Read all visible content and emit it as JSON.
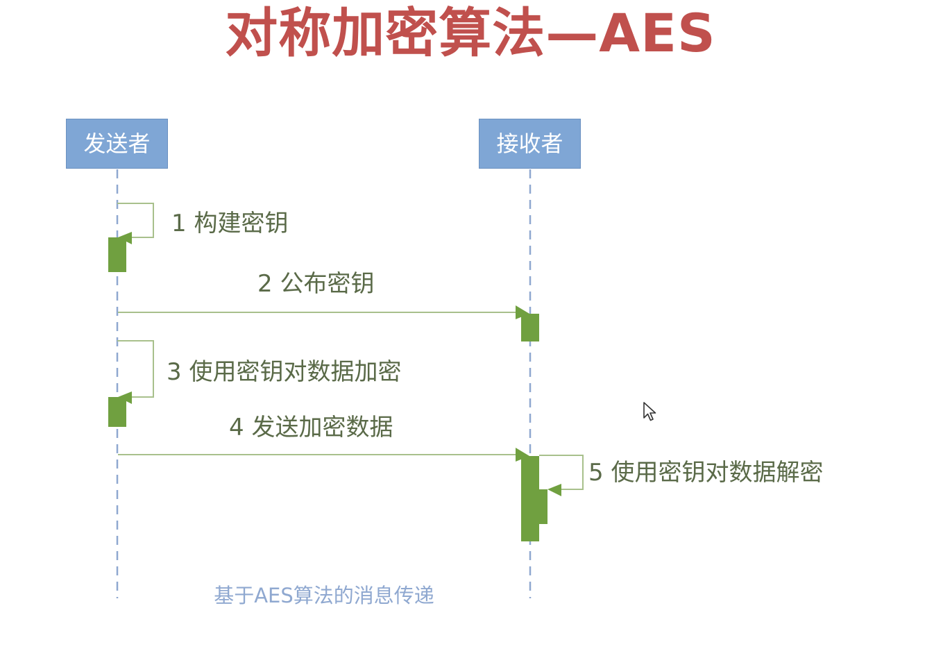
{
  "title": "对称加密算法—AES",
  "actors": {
    "sender": "发送者",
    "receiver": "接收者"
  },
  "messages": [
    {
      "num": "1",
      "text": "构建密钥"
    },
    {
      "num": "2",
      "text": "公布密钥"
    },
    {
      "num": "3",
      "text": "使用密钥对数据加密"
    },
    {
      "num": "4",
      "text": "发送加密数据"
    },
    {
      "num": "5",
      "text": "使用密钥对数据解密"
    }
  ],
  "caption": "基于AES算法的消息传递",
  "colors": {
    "title": "#c0504d",
    "actor_fill": "#7fa6d5",
    "lifeline": "#8fa8d0",
    "activation": "#70a040",
    "arrow": "#a8c08c",
    "message_text": "#5a6a48"
  },
  "icons": {
    "cursor": "mouse-pointer-icon"
  }
}
